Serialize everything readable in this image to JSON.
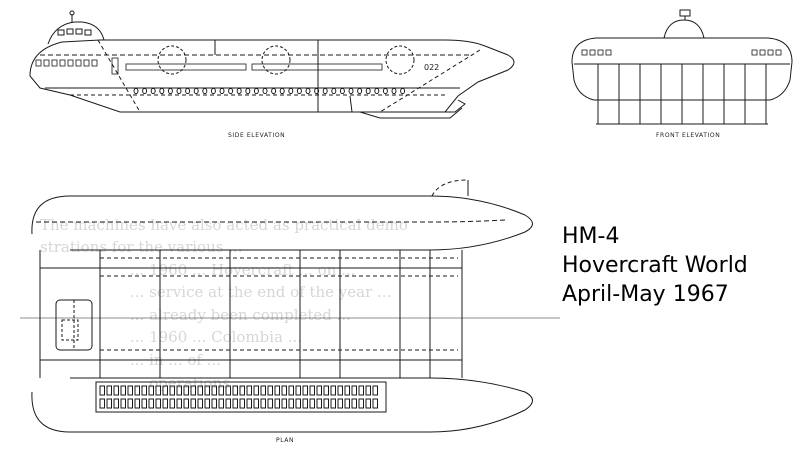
{
  "labels": {
    "side_elevation": "SIDE ELEVATION",
    "front_elevation": "FRONT ELEVATION",
    "plan": "PLAN",
    "hull_number": "022"
  },
  "caption": {
    "line1": "HM-4",
    "line2": "Hovercraft World",
    "line3": "April-May 1967"
  },
  "colors": {
    "ink": "#1a1a1a",
    "paper": "#ffffff",
    "ghost_text": "#d6d6d6"
  },
  "background_text": {
    "lines": [
      "The machines have also acted as practical demo",
      "strations for the various ...",
      "... 1960 ... Hovercraft ... on ...",
      "... service at the end of the year ...",
      "... already been completed ...",
      "... 1960 ... Colombia ...",
      "... in ... of ...",
      "... operations ..."
    ]
  }
}
